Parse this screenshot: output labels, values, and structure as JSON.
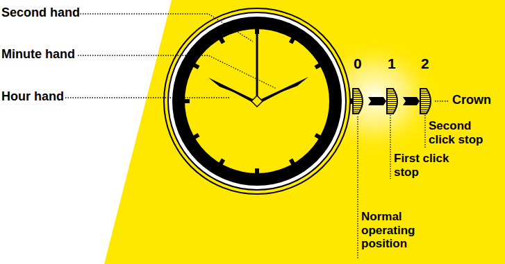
{
  "diagram": {
    "labels": [
      "Second hand",
      "Minute hand",
      "Hour hand",
      "0",
      "1",
      "2",
      "Crown",
      "Second click stop",
      "First click stop",
      "Normal operating position"
    ]
  }
}
